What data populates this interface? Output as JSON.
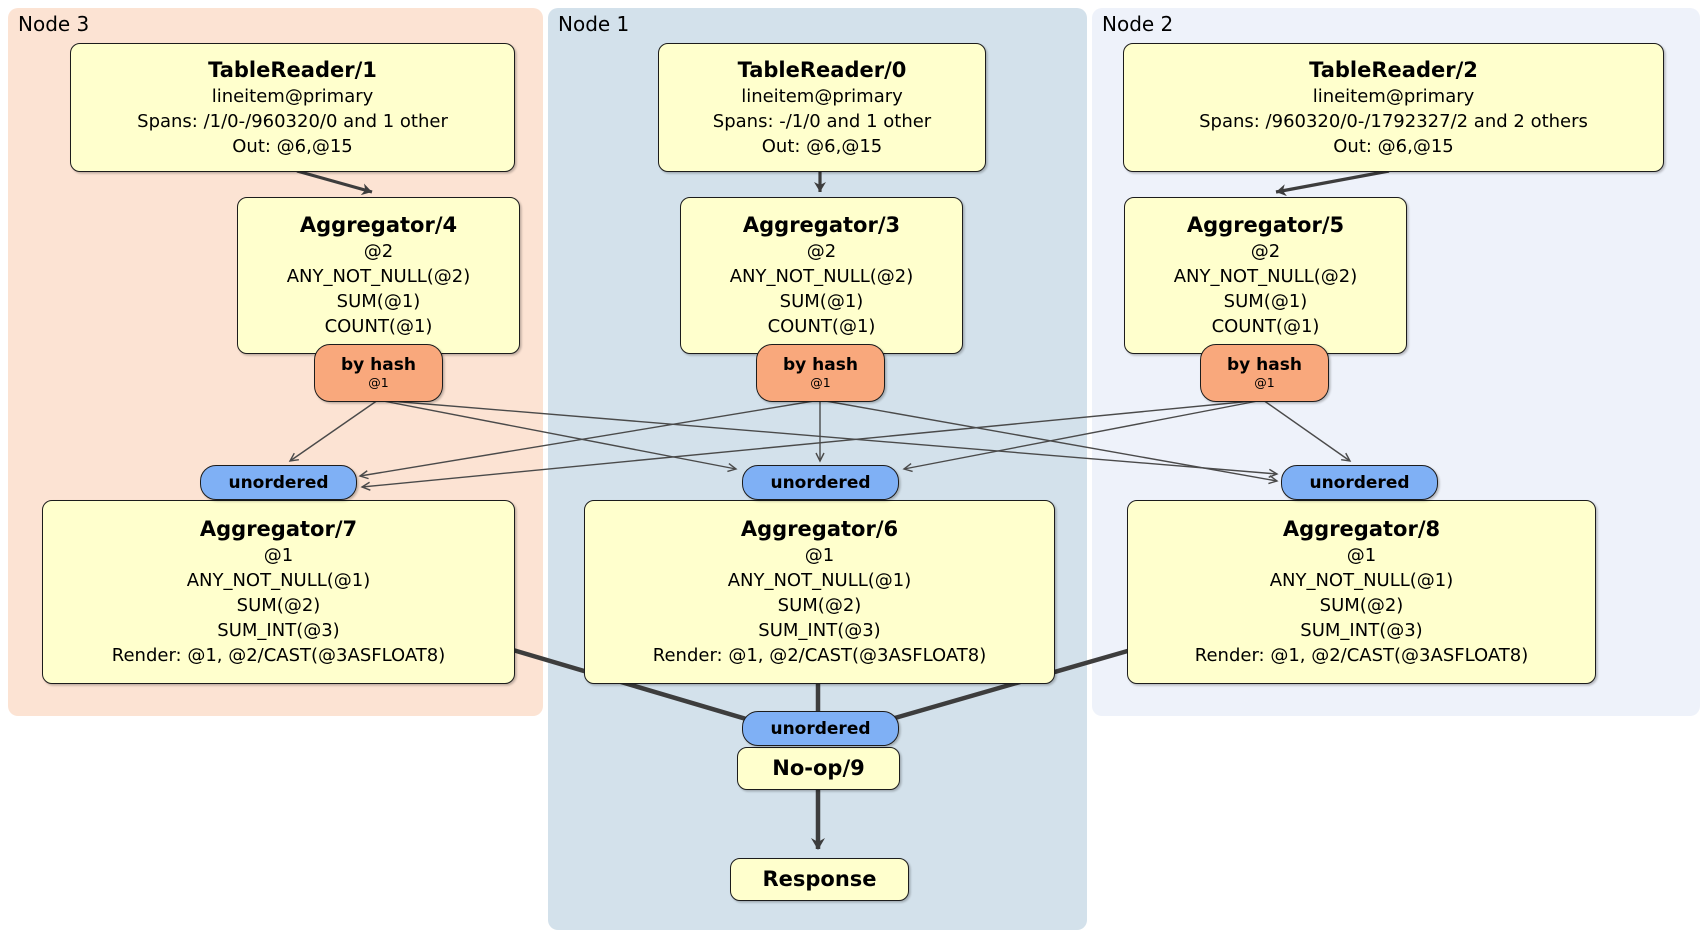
{
  "regions": {
    "node3": {
      "label": "Node 3"
    },
    "node1": {
      "label": "Node 1"
    },
    "node2": {
      "label": "Node 2"
    }
  },
  "processors": {
    "tr1": {
      "title": "TableReader/1",
      "lines": [
        "lineitem@primary",
        "Spans: /1/0-/960320/0 and 1 other",
        "Out: @6,@15"
      ]
    },
    "tr0": {
      "title": "TableReader/0",
      "lines": [
        "lineitem@primary",
        "Spans: -/1/0 and 1 other",
        "Out: @6,@15"
      ]
    },
    "tr2": {
      "title": "TableReader/2",
      "lines": [
        "lineitem@primary",
        "Spans: /960320/0-/1792327/2 and 2 others",
        "Out: @6,@15"
      ]
    },
    "agg4": {
      "title": "Aggregator/4",
      "lines": [
        "@2",
        "ANY_NOT_NULL(@2)",
        "SUM(@1)",
        "COUNT(@1)"
      ]
    },
    "agg3": {
      "title": "Aggregator/3",
      "lines": [
        "@2",
        "ANY_NOT_NULL(@2)",
        "SUM(@1)",
        "COUNT(@1)"
      ]
    },
    "agg5": {
      "title": "Aggregator/5",
      "lines": [
        "@2",
        "ANY_NOT_NULL(@2)",
        "SUM(@1)",
        "COUNT(@1)"
      ]
    },
    "agg7": {
      "title": "Aggregator/7",
      "lines": [
        "@1",
        "ANY_NOT_NULL(@1)",
        "SUM(@2)",
        "SUM_INT(@3)",
        "Render: @1, @2/CAST(@3ASFLOAT8)"
      ]
    },
    "agg6": {
      "title": "Aggregator/6",
      "lines": [
        "@1",
        "ANY_NOT_NULL(@1)",
        "SUM(@2)",
        "SUM_INT(@3)",
        "Render: @1, @2/CAST(@3ASFLOAT8)"
      ]
    },
    "agg8": {
      "title": "Aggregator/8",
      "lines": [
        "@1",
        "ANY_NOT_NULL(@1)",
        "SUM(@2)",
        "SUM_INT(@3)",
        "Render: @1, @2/CAST(@3ASFLOAT8)"
      ]
    },
    "noop": {
      "title": "No-op/9"
    },
    "response": {
      "title": "Response"
    }
  },
  "router": {
    "label": "by hash",
    "key": "@1"
  },
  "stream": {
    "label": "unordered"
  },
  "colors": {
    "node3_bg": "#fce3d3",
    "node1_bg": "#d3e1eb",
    "node2_bg": "#eef2fa",
    "box_bg": "#ffffcd",
    "box_border": "#1c1c1c",
    "hash_badge_bg": "#f9a87c",
    "stream_badge_bg": "#7fb0f5",
    "edge_thin": "#4a4a4a",
    "edge_thick": "#3d3d3d"
  }
}
